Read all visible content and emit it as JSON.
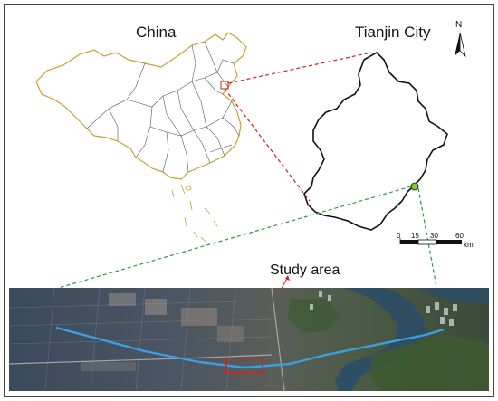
{
  "labels": {
    "china": "China",
    "tianjin": "Tianjin City",
    "study_area": "Study area",
    "north": "N"
  },
  "scale_bar": {
    "ticks": [
      "0",
      "15",
      "30",
      "60"
    ],
    "unit": "km"
  },
  "colors": {
    "china_outline": "#c8a030",
    "province_lines": "#555555",
    "tianjin_outline": "#111111",
    "red_callout": "#d42020",
    "green_callout": "#2a9a3a",
    "route_line": "#3aa0e0",
    "study_box": "#d42020",
    "study_point": "#7acc30"
  }
}
